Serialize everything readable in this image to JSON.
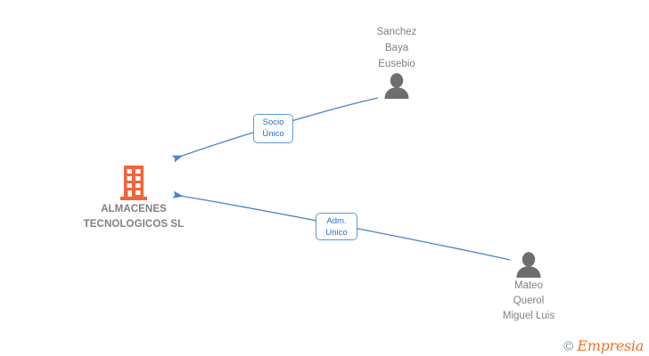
{
  "graph": {
    "type": "corporate-relations-diagram",
    "company": {
      "name_line1": "ALMACENES",
      "name_line2": "TECNOLOGICOS SL",
      "icon": "building-icon",
      "color": "#F4633A"
    },
    "people": [
      {
        "id": "sanchez-baya-eusebio",
        "name_line1": "Sanchez",
        "name_line2": "Baya",
        "name_line3": "Eusebio",
        "icon": "person-icon",
        "color": "#6E6E6E",
        "position": "top"
      },
      {
        "id": "mateo-querol-miguel-luis",
        "name_line1": "Mateo",
        "name_line2": "Querol",
        "name_line3": "Miguel Luis",
        "icon": "person-icon",
        "color": "#6E6E6E",
        "position": "bottom"
      }
    ],
    "relations": [
      {
        "id": "socio-unico",
        "label_line1": "Socio",
        "label_line2": "Único",
        "from": "sanchez-baya-eusebio",
        "to": "almacenes-tecnologicos-sl",
        "color": "#4A86C8"
      },
      {
        "id": "adm-unico",
        "label_line1": "Adm.",
        "label_line2": "Unico",
        "from": "mateo-querol-miguel-luis",
        "to": "almacenes-tecnologicos-sl",
        "color": "#4A86C8"
      }
    ]
  },
  "watermark": {
    "copyright": "©",
    "brand": "Empresia"
  }
}
